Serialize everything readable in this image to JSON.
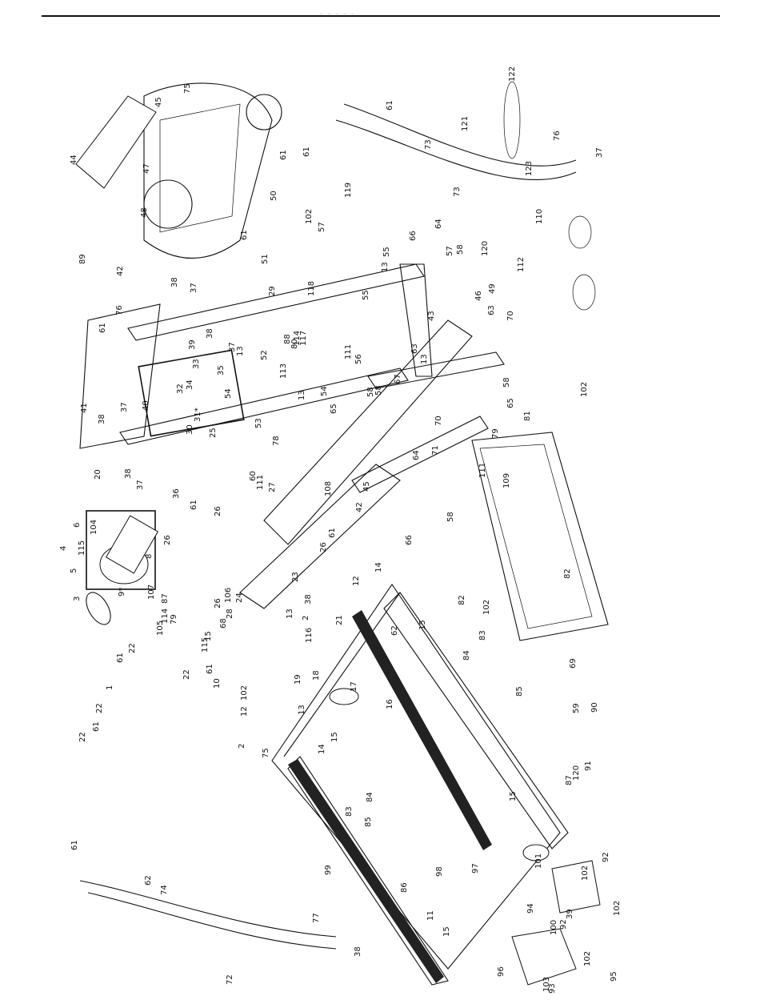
{
  "header": {
    "faint_text": "– – – – –"
  },
  "labels": [
    "1",
    "2",
    "2",
    "3",
    "4",
    "5",
    "6",
    "8",
    "9*",
    "10",
    "11",
    "12",
    "12",
    "13",
    "13",
    "13",
    "13",
    "13",
    "13",
    "14",
    "14",
    "15",
    "15",
    "15",
    "15",
    "15",
    "16",
    "17",
    "18",
    "19",
    "20",
    "21",
    "22",
    "22",
    "22",
    "22",
    "23",
    "24",
    "25",
    "26",
    "26",
    "26",
    "26",
    "27",
    "28",
    "29",
    "30",
    "31*",
    "32",
    "33",
    "34",
    "35",
    "36",
    "37",
    "37",
    "37",
    "37",
    "37",
    "38",
    "38",
    "38",
    "38",
    "38",
    "38",
    "39",
    "39",
    "40",
    "41",
    "42",
    "42",
    "43",
    "44",
    "45",
    "45",
    "46",
    "47",
    "48",
    "49",
    "50",
    "51",
    "52",
    "53",
    "54",
    "54",
    "55",
    "55",
    "56",
    "57",
    "57",
    "58",
    "58",
    "58",
    "58",
    "58",
    "59",
    "60",
    "61",
    "61",
    "61",
    "61",
    "61",
    "61",
    "61",
    "61",
    "61",
    "61",
    "61",
    "62",
    "62",
    "63",
    "63",
    "64",
    "64",
    "65",
    "65",
    "66",
    "66",
    "67",
    "68",
    "69",
    "70",
    "70",
    "71",
    "72",
    "73",
    "73",
    "74",
    "75",
    "75",
    "76",
    "76",
    "77",
    "78",
    "79",
    "79",
    "80",
    "81",
    "82",
    "82",
    "83",
    "83",
    "84",
    "84",
    "85",
    "85",
    "86",
    "87",
    "87",
    "88",
    "89",
    "90",
    "91",
    "92",
    "92",
    "93",
    "94",
    "95",
    "96",
    "97",
    "98",
    "99",
    "100",
    "101",
    "102",
    "102",
    "102",
    "102",
    "102",
    "102",
    "102",
    "103",
    "104",
    "105",
    "106",
    "107",
    "108",
    "109",
    "110",
    "111",
    "111",
    "111",
    "112",
    "113",
    "114",
    "114",
    "115",
    "115",
    "116",
    "117",
    "118",
    "119",
    "120",
    "120",
    "121",
    "122",
    "123"
  ],
  "colors": {
    "ink": "#111111",
    "paper": "#ffffff"
  }
}
